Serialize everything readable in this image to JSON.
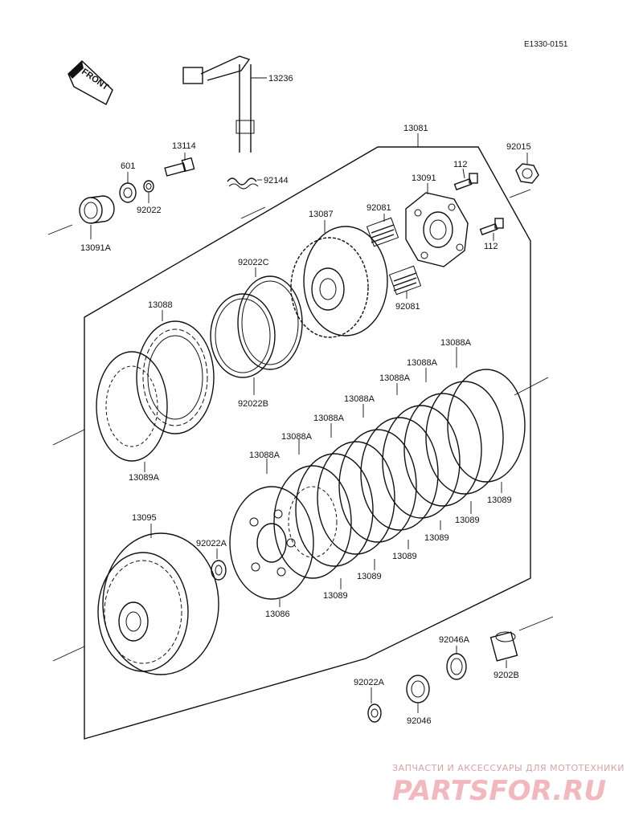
{
  "diagram_code": "E1330-0151",
  "front_label": "FRONT",
  "parts": {
    "p13236": "13236",
    "p13114": "13114",
    "p601": "601",
    "p92022": "92022",
    "p92144": "92144",
    "p13091A": "13091A",
    "p13081": "13081",
    "p92015": "92015",
    "p112a": "112",
    "p112b": "112",
    "p13091": "13091",
    "p92081a": "92081",
    "p92081b": "92081",
    "p13087": "13087",
    "p92022C": "92022C",
    "p13088": "13088",
    "p92022B": "92022B",
    "p13089A": "13089A",
    "p13088A_1": "13088A",
    "p13088A_2": "13088A",
    "p13088A_3": "13088A",
    "p13088A_4": "13088A",
    "p13088A_5": "13088A",
    "p13088A_6": "13088A",
    "p13088A_7": "13088A",
    "p13089_1": "13089",
    "p13089_2": "13089",
    "p13089_3": "13089",
    "p13089_4": "13089",
    "p13089_5": "13089",
    "p13089_6": "13089",
    "p13095": "13095",
    "p92022A_1": "92022A",
    "p13086": "13086",
    "p92046A": "92046A",
    "p9202B": "9202B",
    "p92022A_2": "92022A",
    "p92046": "92046"
  },
  "watermark": {
    "line1": "ЗАПЧАСТИ И АКСЕССУАРЫ ДЛЯ МОТОТЕХНИКИ",
    "line2": "PARTSFOR.RU"
  }
}
